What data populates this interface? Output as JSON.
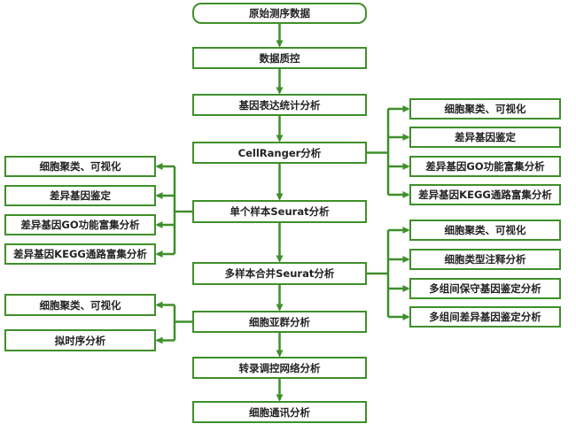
{
  "title": "单细胞转录组分析流程",
  "colors": {
    "stroke": "#3f8f2a",
    "text": "#222222",
    "background": "#ffffff"
  },
  "main_steps": [
    {
      "id": "raw",
      "label": "原始测序数据"
    },
    {
      "id": "qc",
      "label": "数据质控"
    },
    {
      "id": "expr",
      "label": "基因表达统计分析"
    },
    {
      "id": "cellranger",
      "label": "CellRanger分析"
    },
    {
      "id": "single",
      "label": "单个样本Seurat分析"
    },
    {
      "id": "multi",
      "label": "多样本合并Seurat分析"
    },
    {
      "id": "subcluster",
      "label": "细胞亚群分析"
    },
    {
      "id": "regnet",
      "label": "转录调控网络分析"
    },
    {
      "id": "comm",
      "label": "细胞通讯分析"
    }
  ],
  "branches": {
    "cellranger_right": [
      "细胞聚类、可视化",
      "差异基因鉴定",
      "差异基因GO功能富集分析",
      "差异基因KEGG通路富集分析"
    ],
    "single_left": [
      "细胞聚类、可视化",
      "差异基因鉴定",
      "差异基因GO功能富集分析",
      "差异基因KEGG通路富集分析"
    ],
    "multi_right": [
      "细胞聚类、可视化",
      "细胞类型注释分析",
      "多组间保守基因鉴定分析",
      "多组间差异基因鉴定分析"
    ],
    "subcluster_left": [
      "细胞聚类、可视化",
      "拟时序分析"
    ]
  }
}
